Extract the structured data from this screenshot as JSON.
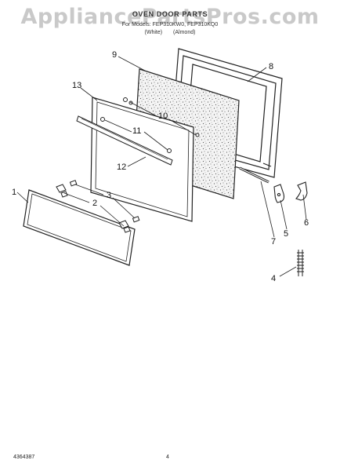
{
  "watermark": "AppliancePartsPros.com",
  "header": {
    "title": "OVEN DOOR PARTS",
    "models_line": "For Models: FEP310KW0, FEP310KQ0",
    "color_note_1": "(White)",
    "color_note_2": "(Almond)"
  },
  "callouts": {
    "c1": "1",
    "c2": "2",
    "c3": "3",
    "c4": "4",
    "c5": "5",
    "c6": "6",
    "c7": "7",
    "c8": "8",
    "c9": "9",
    "c10": "10",
    "c11": "11",
    "c12": "12",
    "c13": "13"
  },
  "footer": {
    "part_number": "4364387",
    "page_number": "4"
  },
  "colors": {
    "line": "#222222",
    "insulation_fill": "#f4f4f4",
    "watermark": "#c9c9c9"
  }
}
